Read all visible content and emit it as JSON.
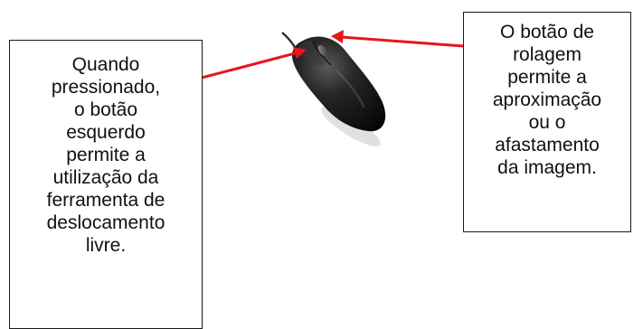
{
  "left_callout": {
    "lines": [
      "Quando",
      "pressionado,",
      "o botão",
      "esquerdo",
      "permite a",
      "utilização da",
      "ferramenta de",
      "deslocamento",
      "livre."
    ]
  },
  "right_callout": {
    "lines": [
      "O botão de",
      "rolagem",
      "permite a",
      "aproximação",
      "ou o",
      "afastamento",
      "da imagem."
    ]
  },
  "mouse": {
    "icon": "computer-mouse-icon",
    "body_color": "#151515"
  },
  "arrows": {
    "color": "#e8141c"
  }
}
